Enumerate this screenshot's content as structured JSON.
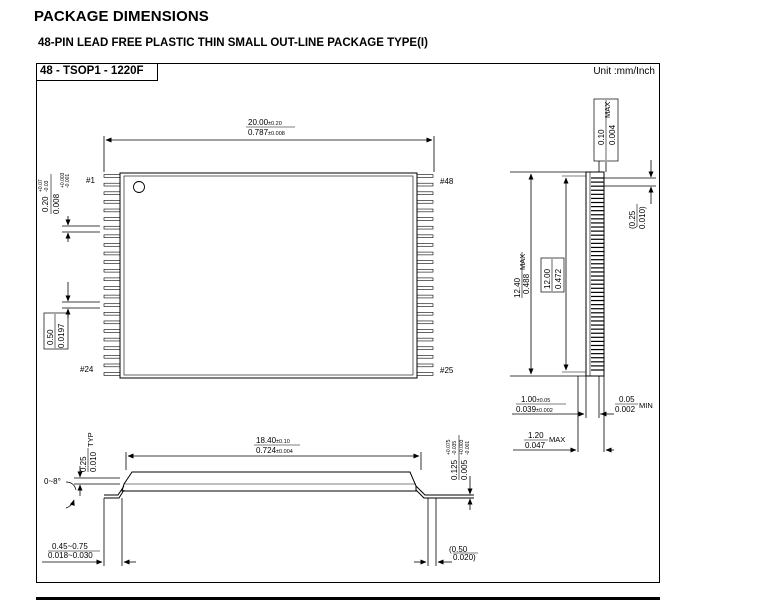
{
  "header": {
    "title": "PACKAGE DIMENSIONS",
    "subtitle": "48-PIN LEAD FREE PLASTIC THIN SMALL OUT-LINE PACKAGE TYPE(I)"
  },
  "drawing": {
    "package_name": "48 - TSOP1 - 1220F",
    "unit": "Unit :mm/Inch",
    "pins": {
      "first": "#1",
      "last_left": "#24",
      "first_right": "#25",
      "last_right": "#48"
    },
    "dims": {
      "body_len_mm": "20.00",
      "body_len_mm_tol": "±0.20",
      "body_len_in": "0.787",
      "body_len_in_tol": "±0.008",
      "lead_w_mm": "0.20",
      "lead_w_mm_tol_top": "+0.07",
      "lead_w_mm_tol_bot": "-0.03",
      "lead_w_in": "0.008",
      "lead_w_in_tol_top": "+0.003",
      "lead_w_in_tol_bot": "-0.001",
      "pitch_mm": "0.50",
      "pitch_in": "0.0197",
      "max_h_mm": "0.10",
      "max_h_in": "0.004",
      "max_label": "MAX",
      "side_offset_mm": "0.25",
      "side_offset_in": "0.010",
      "overall_w_mm": "12.40",
      "overall_w_in": "0.488",
      "body_w_mm": "12.00",
      "body_w_in": "0.472",
      "thick_mm": "1.00",
      "thick_mm_tol": "±0.05",
      "thick_in": "0.039",
      "thick_in_tol": "±0.002",
      "standoff_mm": "0.05",
      "standoff_in": "0.002",
      "min_label": "MIN",
      "tot_h_mm": "1.20",
      "tot_h_in": "0.047",
      "inner_len_mm": "18.40",
      "inner_len_mm_tol": "±0.10",
      "inner_len_in": "0.724",
      "inner_len_in_tol": "±0.004",
      "gauge_mm": "0.25",
      "gauge_in": "0.010",
      "typ_label": "TYP",
      "lead_t_mm": "0.125",
      "lead_t_mm_tol_top": "+0.075",
      "lead_t_mm_tol_bot": "-0.035",
      "lead_t_in": "0.005",
      "lead_t_in_tol_top": "+0.003",
      "lead_t_in_tol_bot": "-0.001",
      "angle": "0~8°",
      "foot_mm": "0.45~0.75",
      "foot_in": "0.018~0.030",
      "lead_pitch_mm": "0.50",
      "lead_pitch_in": "0.020"
    }
  }
}
